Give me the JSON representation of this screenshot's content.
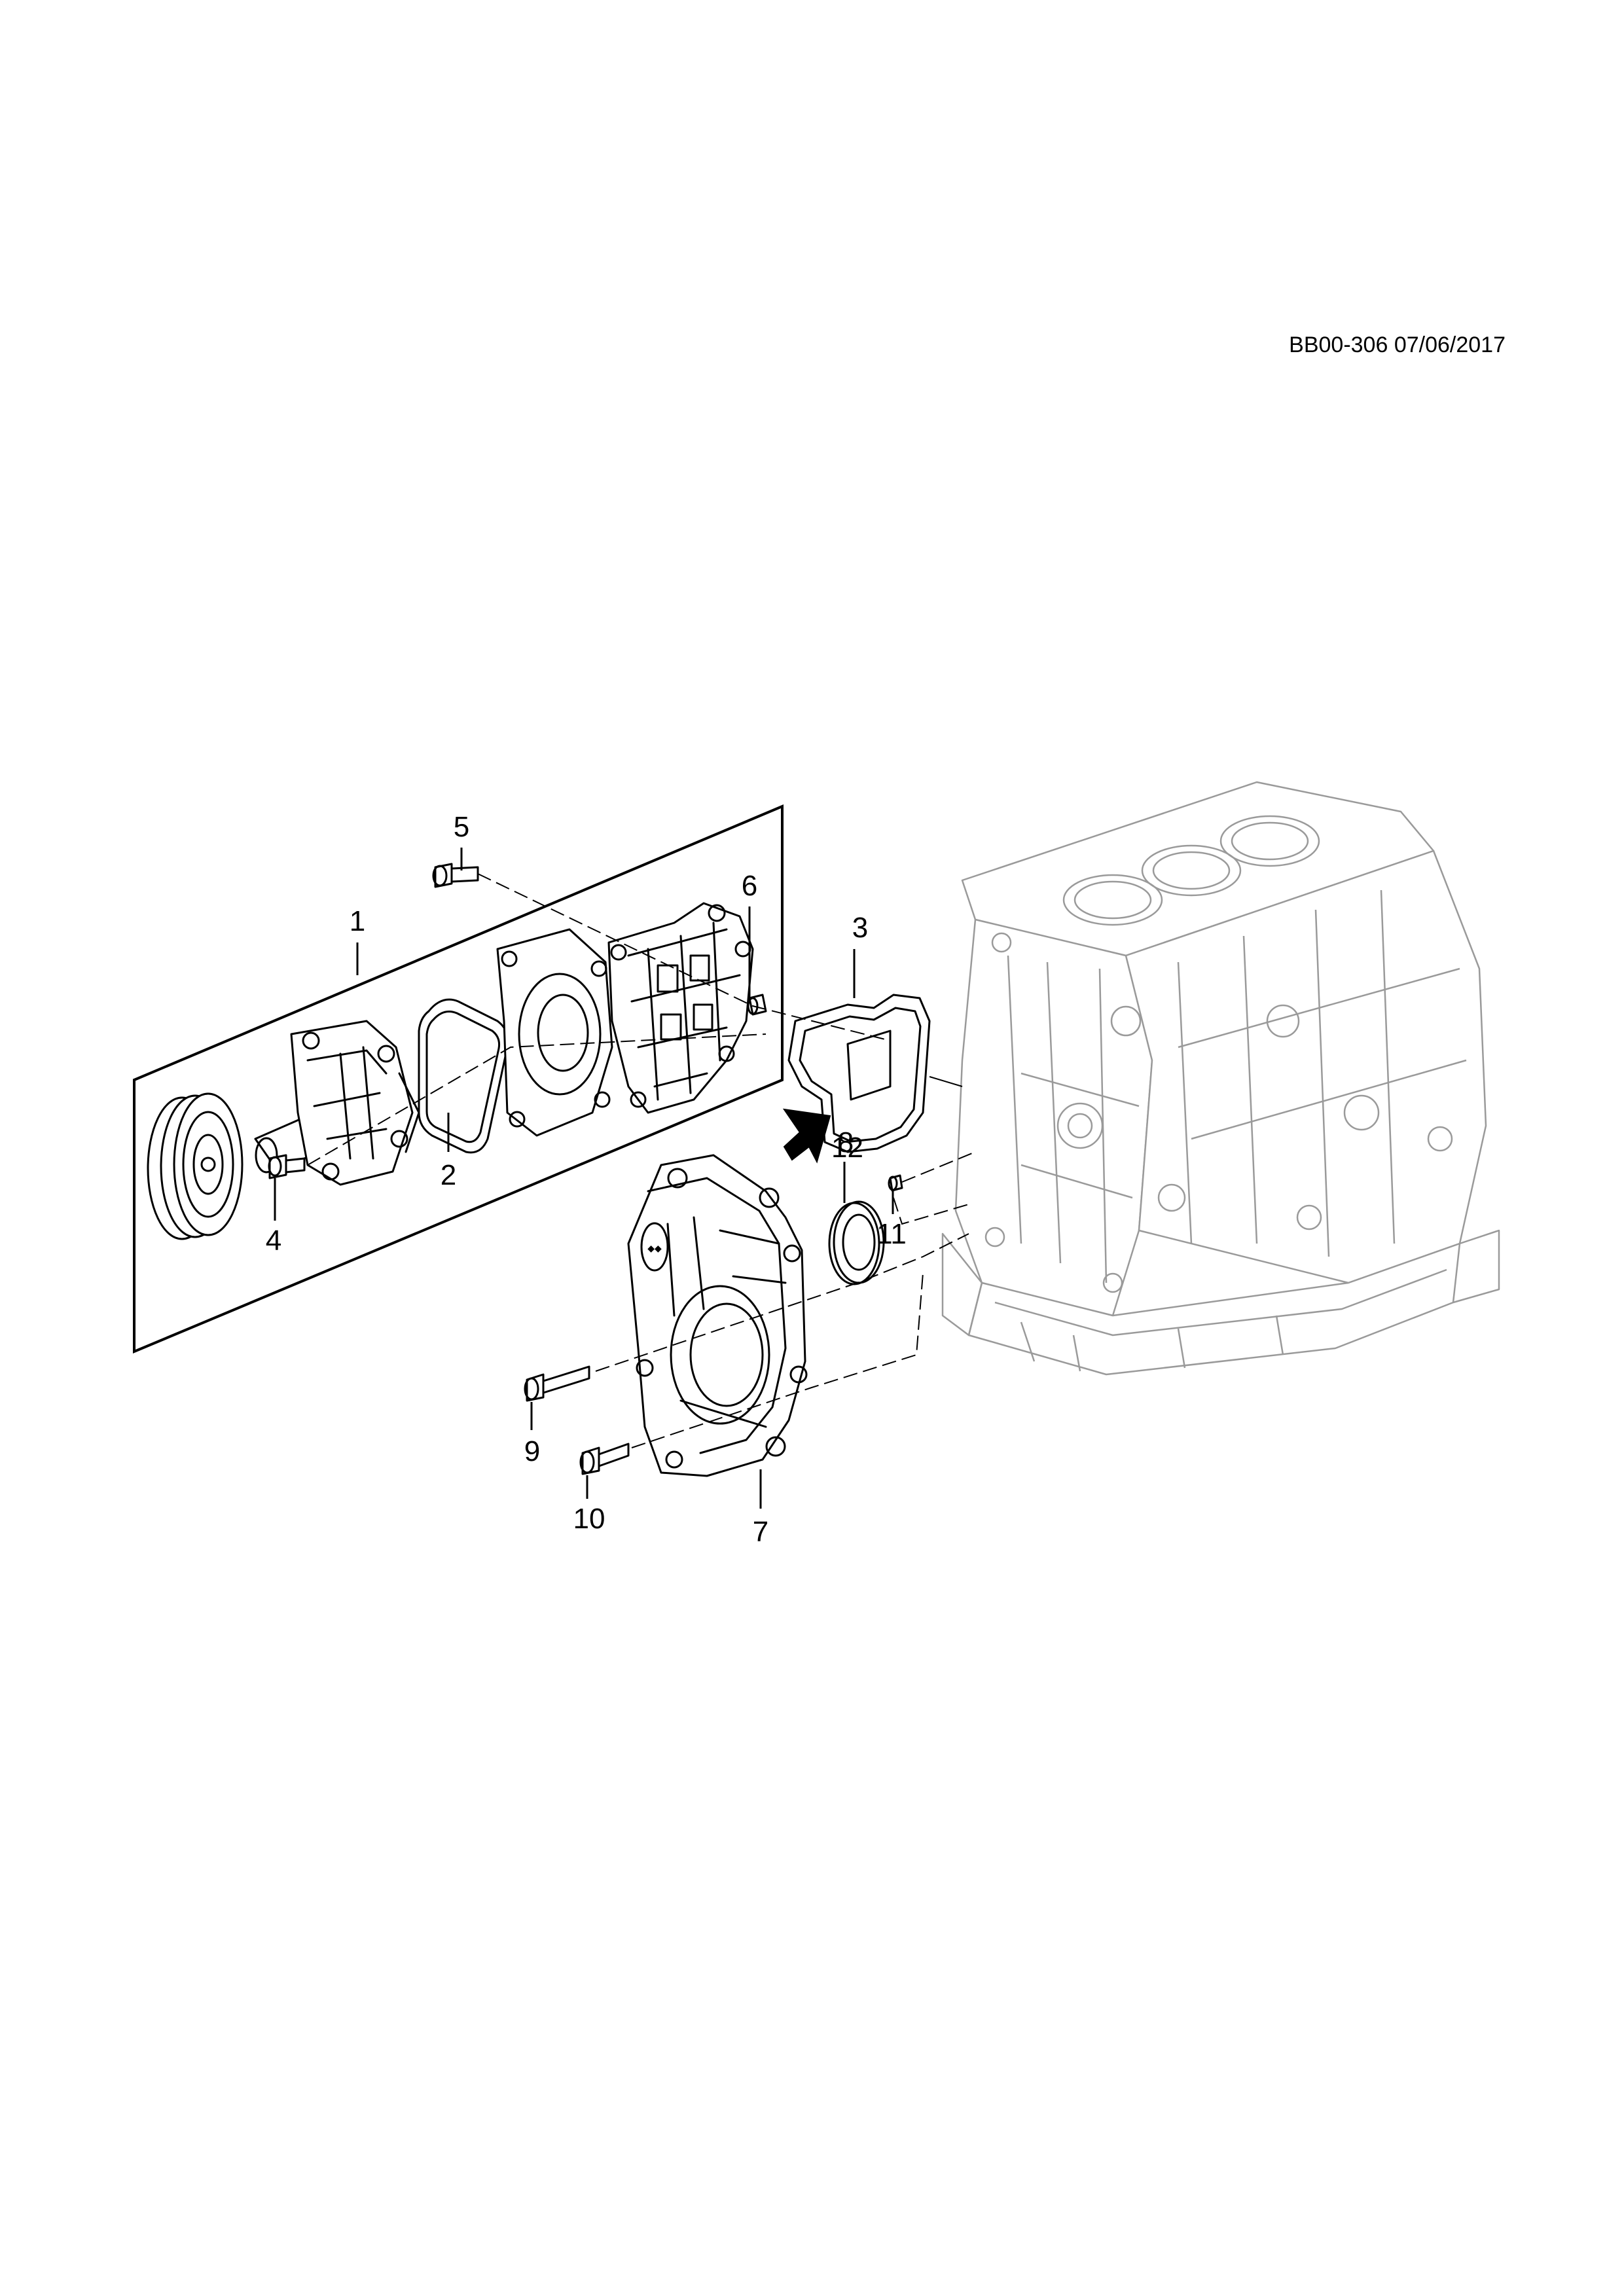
{
  "drawing_code": "BB00-306 07/06/2017",
  "callouts": [
    "1",
    "2",
    "3",
    "4",
    "5",
    "6",
    "7",
    "8",
    "9",
    "10",
    "11",
    "12"
  ]
}
